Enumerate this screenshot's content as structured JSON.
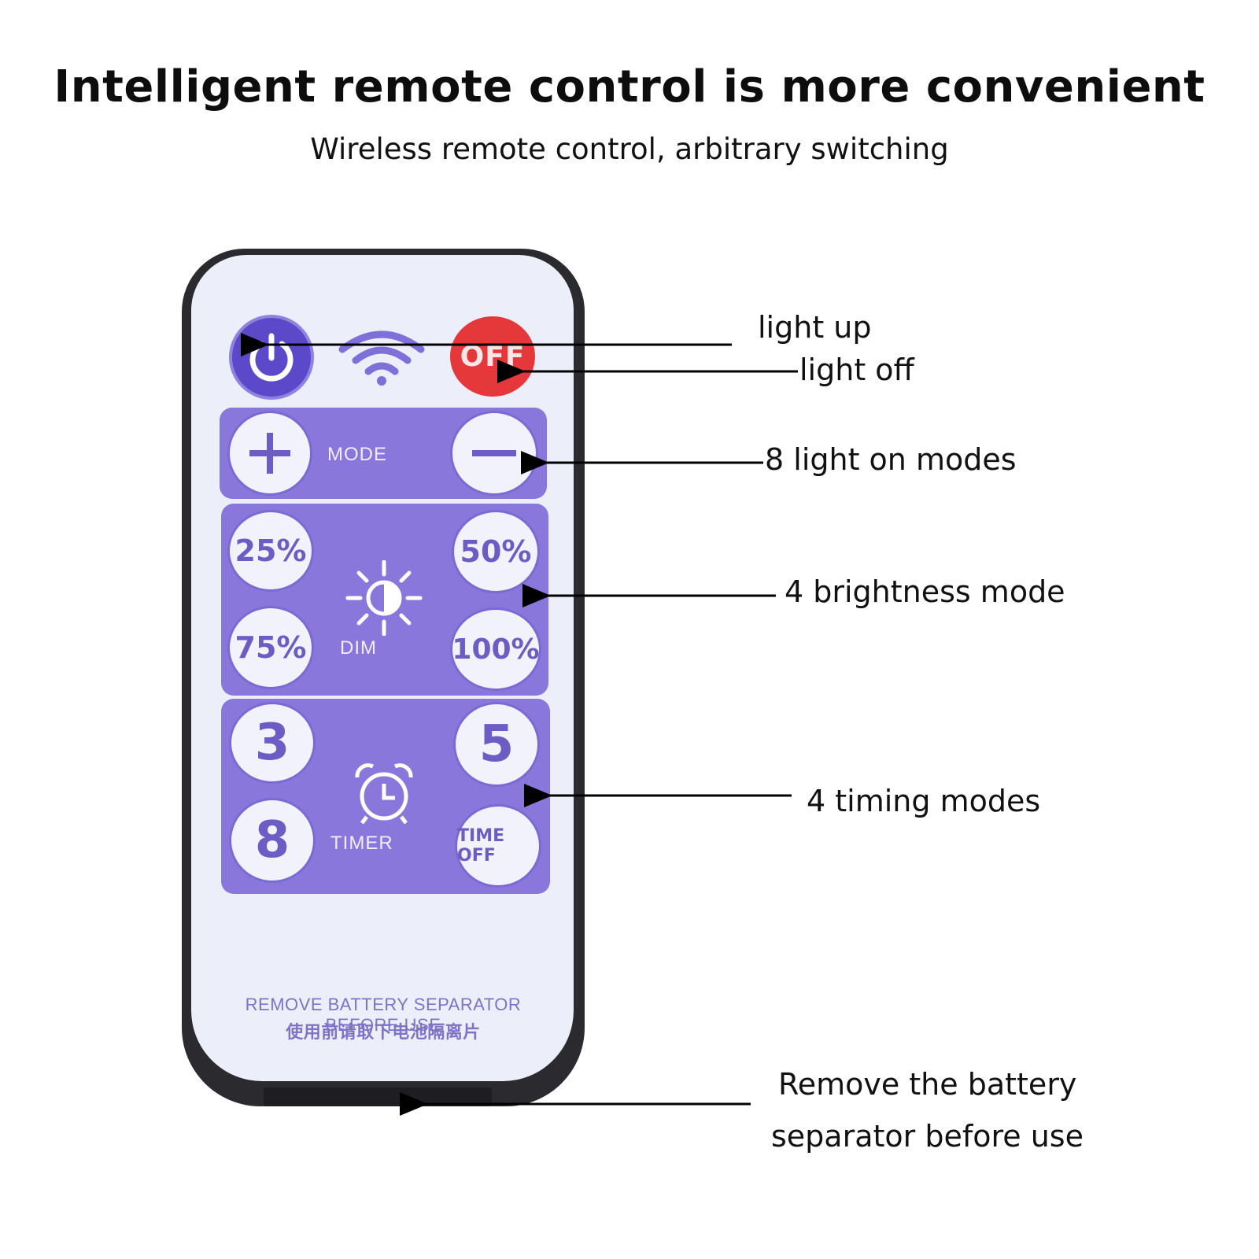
{
  "header": {
    "title": "Intelligent remote control is more convenient",
    "subtitle": "Wireless remote control, arbitrary switching"
  },
  "remote": {
    "off_label": "OFF",
    "mode_label": "MODE",
    "dim_label": "DIM",
    "timer_label": "TIMER",
    "brightness_buttons": [
      "25%",
      "50%",
      "75%",
      "100%"
    ],
    "timer_buttons": [
      "3",
      "5",
      "8",
      "TIME OFF"
    ],
    "footer_en": "REMOVE BATTERY SEPARATOR BEFORE USE",
    "footer_cn": "使用前请取下电池隔离片"
  },
  "callouts": {
    "light_up": "light up",
    "light_off": "light off",
    "modes": "8 light on modes",
    "brightness": "4 brightness mode",
    "timing": "4 timing modes",
    "battery_line1": "Remove the battery",
    "battery_line2": "separator before use"
  },
  "colors": {
    "panel": "#8a77dc",
    "power_button": "#5b49c9",
    "off_button": "#e5383b",
    "remote_face": "#eceef9",
    "remote_shell": "#2b2b2f"
  }
}
